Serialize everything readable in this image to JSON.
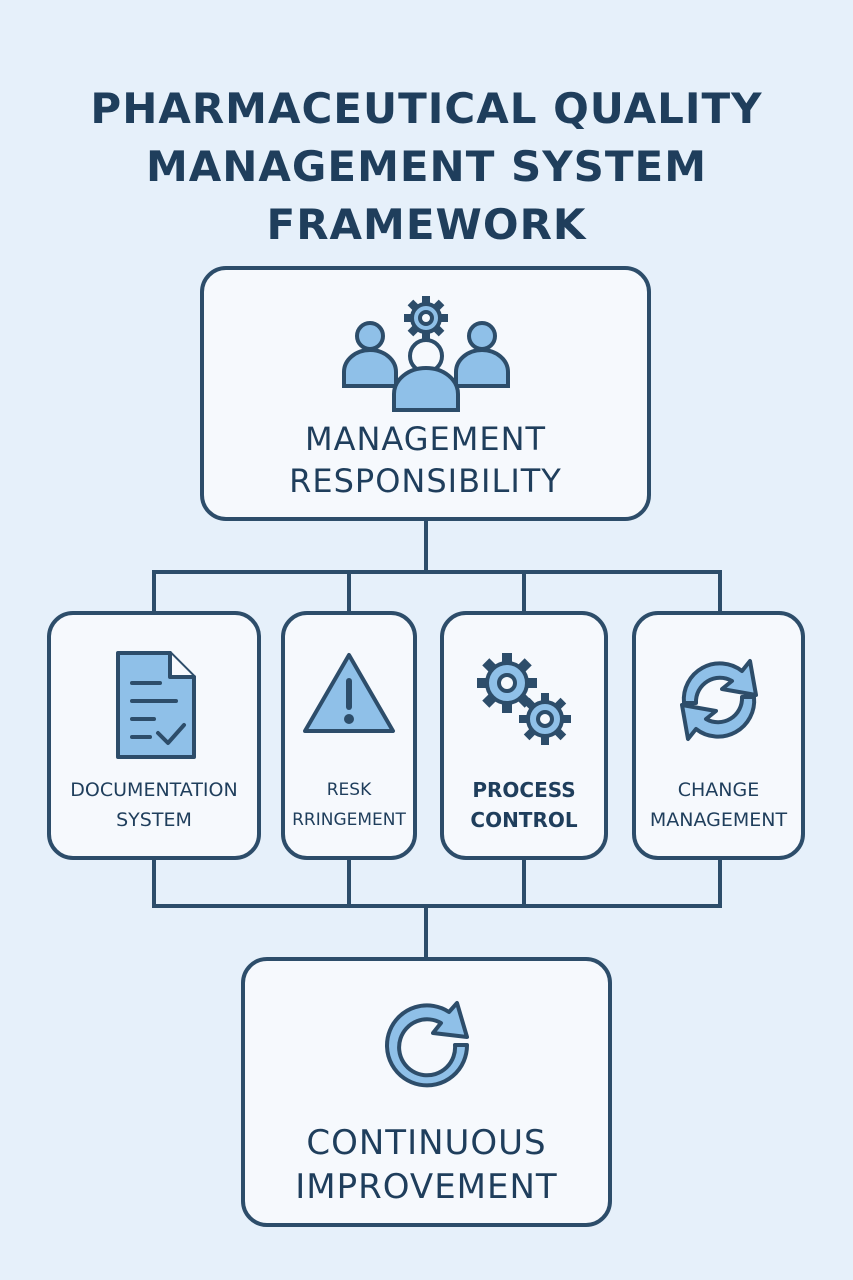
{
  "title": {
    "line1": "PHARMACEUTICAL QUALITY",
    "line2": "MANAGEMENT SYSTEM",
    "line3": "FRAMEWORK"
  },
  "top": {
    "line1": "MANAGEMENT",
    "line2": "RESPONSIBILITY",
    "icon": "team-gear-icon"
  },
  "modules": [
    {
      "line1": "DOCUMENTATION",
      "line2": "SYSTEM",
      "icon": "document-check-icon"
    },
    {
      "line1": "RESK",
      "line2": "RRINGEMENT",
      "icon": "warning-triangle-icon"
    },
    {
      "line1": "PROCESS",
      "line2": "CONTROL",
      "icon": "gears-icon"
    },
    {
      "line1": "CHANGE",
      "line2": "MANAGEMENT",
      "icon": "sync-arrows-icon"
    }
  ],
  "bottom": {
    "line1": "CONTINUOUS",
    "line2": "IMPROVEMENT",
    "icon": "refresh-icon"
  },
  "colors": {
    "background": "#e6f0fa",
    "stroke": "#2d4d6a",
    "text": "#1f3e5c",
    "icon_fill": "#8fc0e8"
  }
}
